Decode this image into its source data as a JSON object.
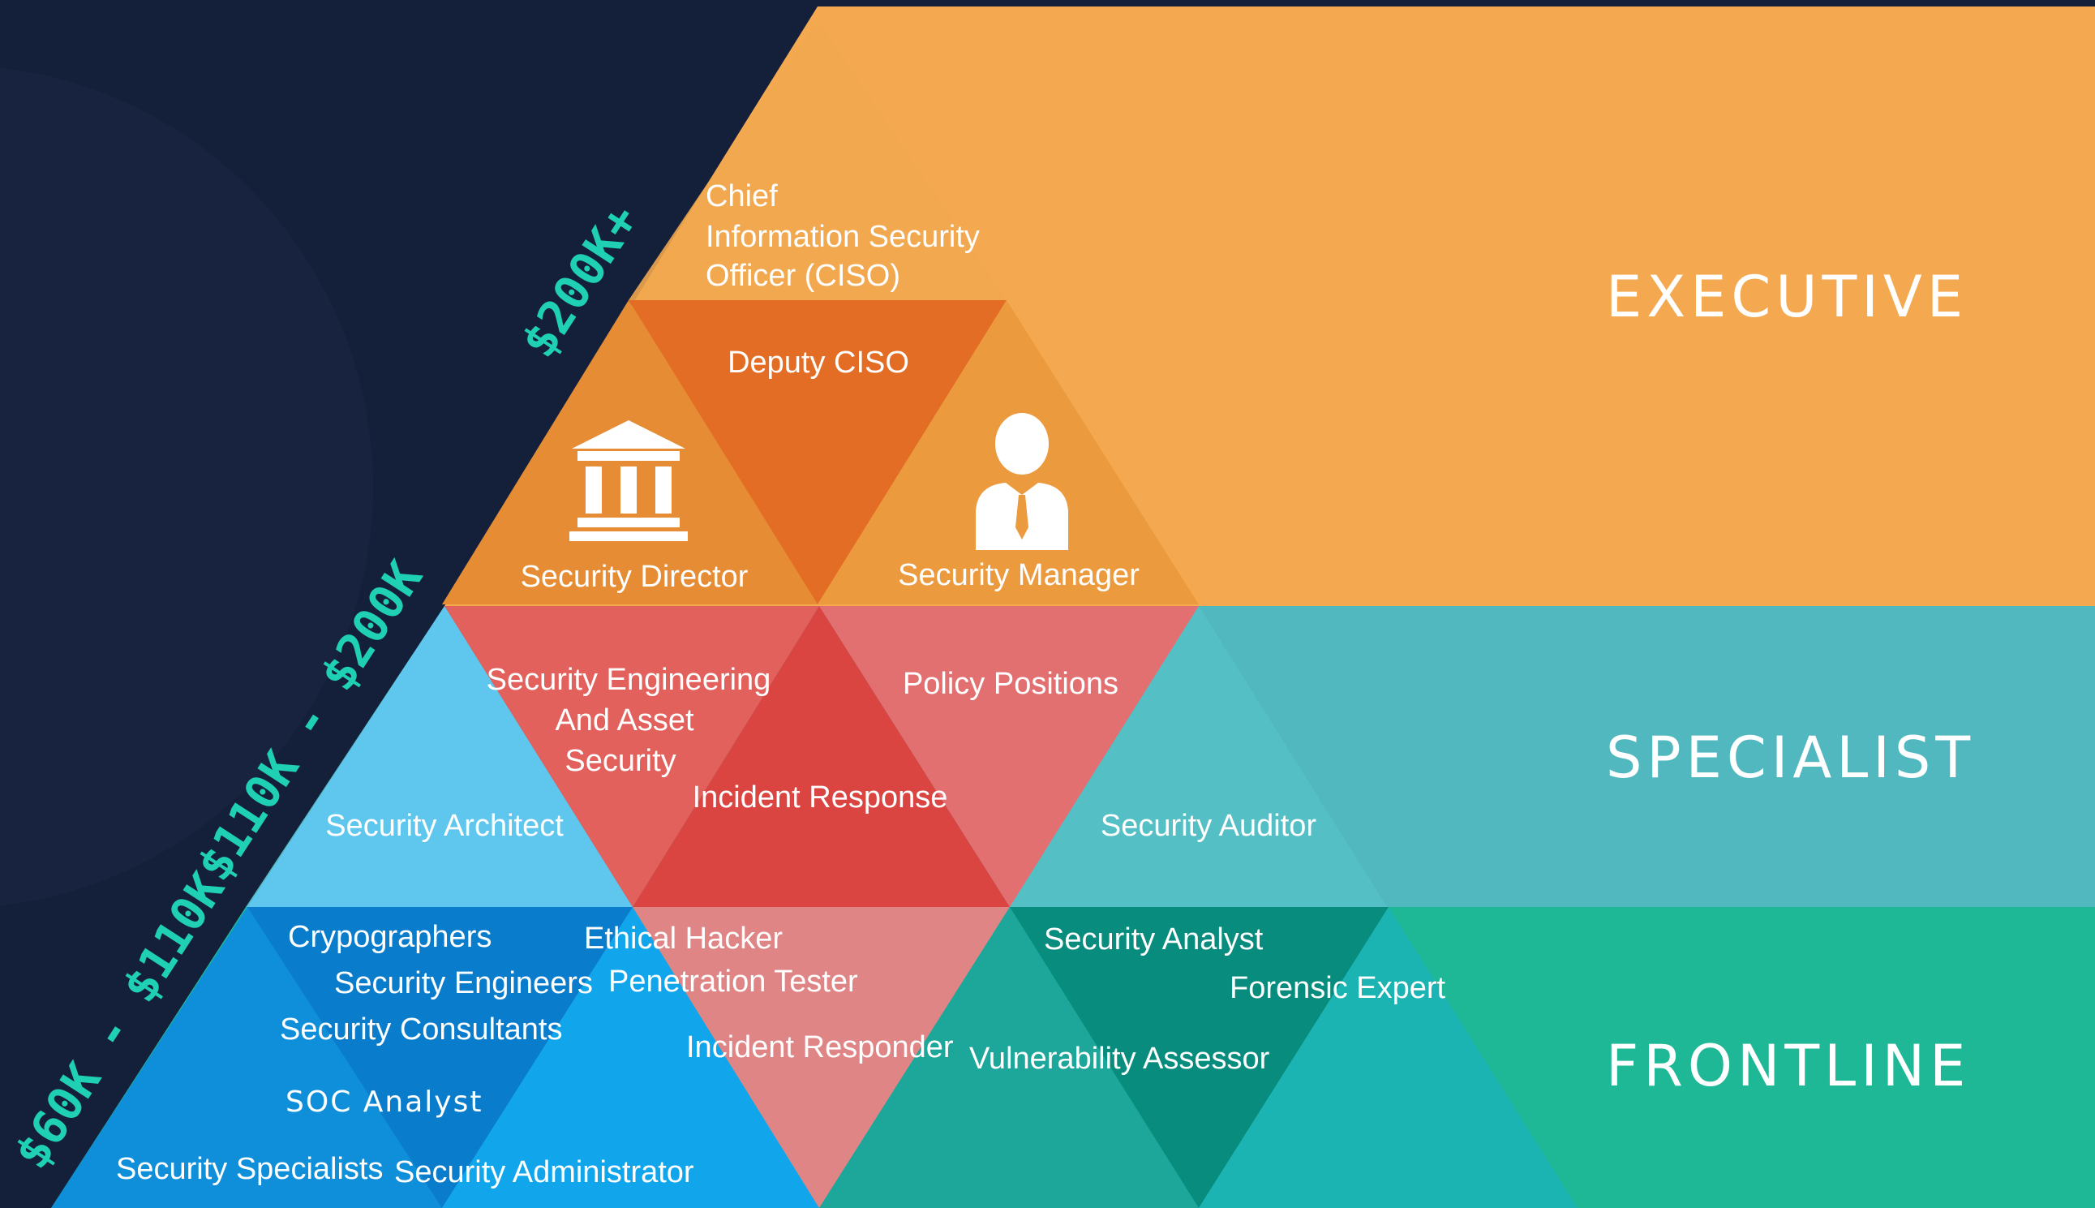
{
  "tiers": {
    "executive": "EXECUTIVE",
    "specialist": "SPECIALIST",
    "frontline": "FRONTLINE"
  },
  "salaries": {
    "executive": "$200K+",
    "specialist": "$110K - $200K",
    "frontline": "$60K - $110K"
  },
  "executive_roles": {
    "ciso": [
      "Chief",
      "Information Security",
      "Officer (CISO)"
    ],
    "deputy": "Deputy CISO",
    "director": "Security Director",
    "manager": "Security Manager"
  },
  "specialist_roles": {
    "engineering": [
      "Security Engineering",
      "And Asset",
      "Security"
    ],
    "policy": "Policy Positions",
    "incident": "Incident Response",
    "architect": "Security Architect",
    "auditor": "Security Auditor"
  },
  "frontline_roles": {
    "cryptographers": "Crypographers",
    "engineers": "Security Engineers",
    "consultants": "Security Consultants",
    "soc": "SOC Analyst",
    "specialists": "Security Specialists",
    "administrator": "Security Administrator",
    "ethical_hacker": "Ethical Hacker",
    "pen_tester": "Penetration Tester",
    "incident_responder": "Incident Responder",
    "analyst": "Security Analyst",
    "forensic": "Forensic Expert",
    "vulnerability": "Vulnerability Assessor"
  },
  "icons": [
    "building-icon",
    "person-icon"
  ],
  "colors": {
    "background": "#14203a",
    "executive": "#f4a950",
    "specialist": "#52b8c0",
    "frontline": "#1eb896",
    "salary": "#1fd0b4"
  }
}
